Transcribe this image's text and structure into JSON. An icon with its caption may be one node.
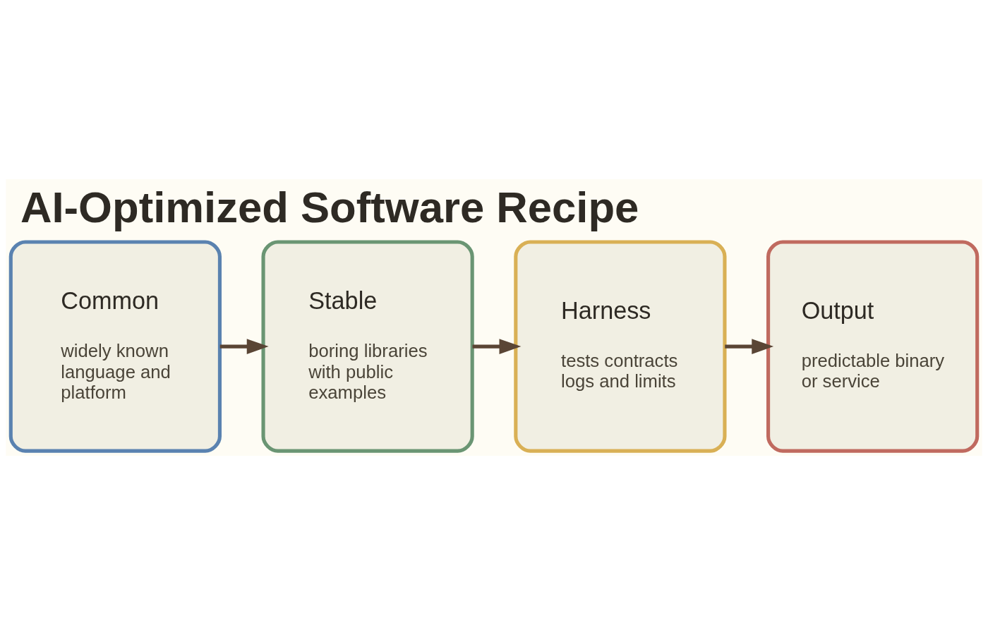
{
  "diagram": {
    "title": "AI-Optimized Software Recipe",
    "nodes": [
      {
        "text": [
          "Common",
          "widely known language and platform"
        ]
      },
      {
        "text": [
          "Stable",
          "boring libraries with public examples"
        ]
      },
      {
        "text": [
          "Harness",
          "tests contracts logs and limits"
        ]
      },
      {
        "text": [
          "Output",
          "predictable binary or service"
        ]
      }
    ],
    "edges": [
      {
        "from": 0,
        "to": 1,
        "arrow": "to"
      },
      {
        "from": 1,
        "to": 2,
        "arrow": "to"
      },
      {
        "from": 2,
        "to": 3,
        "arrow": "to"
      }
    ]
  }
}
